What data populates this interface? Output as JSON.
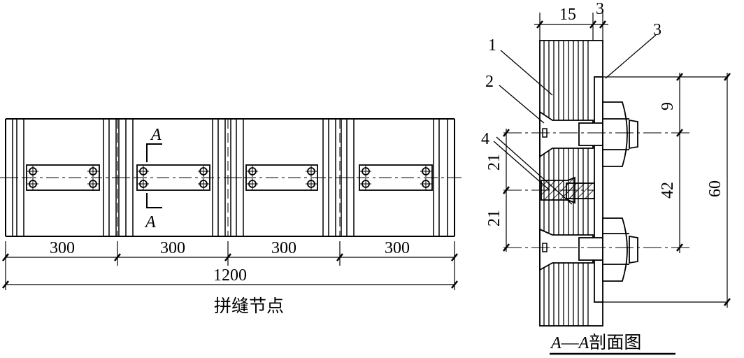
{
  "left_view": {
    "segment_dims": [
      "300",
      "300",
      "300",
      "300"
    ],
    "total_dim": "1200",
    "section_marker": "A",
    "caption": "拼缝节点"
  },
  "section_view": {
    "top_dims": [
      "15",
      "3"
    ],
    "side_dims": [
      "9",
      "42",
      "60",
      "21",
      "21"
    ],
    "callouts": [
      "1",
      "2",
      "3",
      "4"
    ],
    "caption_prefix": "A",
    "caption_sep": "—",
    "caption_mid": "A",
    "caption_suffix": "剖面图"
  }
}
